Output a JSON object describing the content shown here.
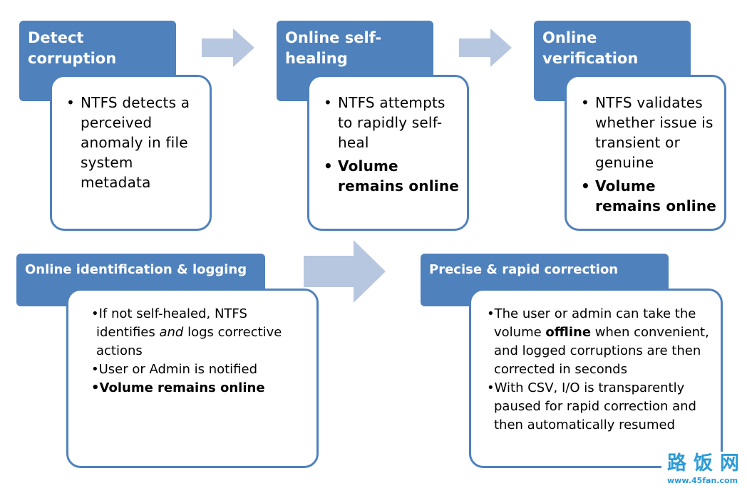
{
  "steps": {
    "detect": {
      "title": "Detect corruption",
      "bullets": [
        "NTFS detects a perceived anomaly in file system metadata"
      ]
    },
    "healing": {
      "title": "Online self-healing",
      "bullets": [
        "NTFS attempts to rapidly self-heal"
      ],
      "bold_bullet": "Volume remains online"
    },
    "verification": {
      "title": "Online verification",
      "bullets": [
        "NTFS validates whether issue is transient or genuine"
      ],
      "bold_bullet": "Volume remains online"
    },
    "logging": {
      "title": "Online identification & logging",
      "bullet1_pre": "If not self-healed, NTFS identifies ",
      "bullet1_em": "and",
      "bullet1_post": " logs corrective actions",
      "bullet2": "User or Admin is notified",
      "bold_bullet": "Volume remains online"
    },
    "correction": {
      "title": "Precise & rapid correction",
      "bullet1_pre": "The user or admin can take the volume ",
      "bullet1_bold": "offline",
      "bullet1_post": " when convenient, and logged corruptions are then corrected in seconds",
      "bullet2": "With CSV, I/O is transparently paused for rapid correction and then automatically resumed"
    }
  },
  "colors": {
    "header": "#4f81bd",
    "arrow": "#b8c7e0",
    "watermark": "#2b9bd6"
  },
  "watermark": {
    "title": "路饭网",
    "url": "www.45fan.com"
  }
}
